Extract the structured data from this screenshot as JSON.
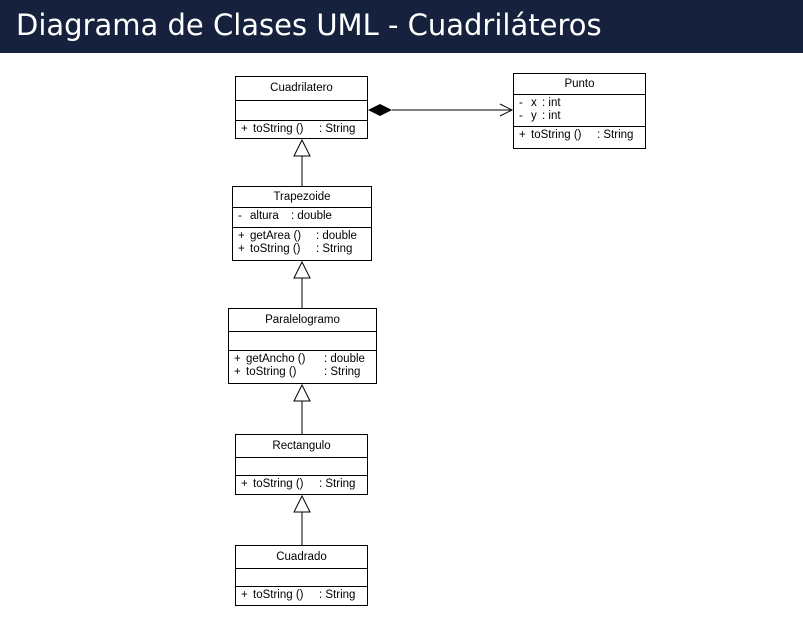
{
  "header": {
    "title": "Diagrama de Clases UML - Cuadriláteros",
    "background": "#16223d"
  },
  "classes": {
    "cuadrilatero": {
      "name": "Cuadrilatero",
      "attributes": [],
      "operations": [
        {
          "vis": "+",
          "name": "toString ()",
          "type": ": String"
        }
      ]
    },
    "punto": {
      "name": "Punto",
      "attributes": [
        {
          "vis": "-",
          "name": "x",
          "type": ": int"
        },
        {
          "vis": "-",
          "name": "y",
          "type": ": int"
        }
      ],
      "operations": [
        {
          "vis": "+",
          "name": "toString ()",
          "type": ": String"
        }
      ]
    },
    "trapezoide": {
      "name": "Trapezoide",
      "attributes": [
        {
          "vis": "-",
          "name": "altura",
          "type": ": double"
        }
      ],
      "operations": [
        {
          "vis": "+",
          "name": "getArea ()",
          "type": ": double"
        },
        {
          "vis": "+",
          "name": "toString ()",
          "type": ": String"
        }
      ]
    },
    "paralelogramo": {
      "name": "Paralelogramo",
      "attributes": [],
      "operations": [
        {
          "vis": "+",
          "name": "getAncho ()",
          "type": ": double"
        },
        {
          "vis": "+",
          "name": "toString ()",
          "type": ": String"
        }
      ]
    },
    "rectangulo": {
      "name": "Rectangulo",
      "attributes": [],
      "operations": [
        {
          "vis": "+",
          "name": "toString ()",
          "type": ": String"
        }
      ]
    },
    "cuadrado": {
      "name": "Cuadrado",
      "attributes": [],
      "operations": [
        {
          "vis": "+",
          "name": "toString ()",
          "type": ": String"
        }
      ]
    }
  },
  "relations": [
    {
      "type": "composition",
      "from": "cuadrilatero",
      "to": "punto"
    },
    {
      "type": "generalization",
      "from": "trapezoide",
      "to": "cuadrilatero"
    },
    {
      "type": "generalization",
      "from": "paralelogramo",
      "to": "trapezoide"
    },
    {
      "type": "generalization",
      "from": "rectangulo",
      "to": "paralelogramo"
    },
    {
      "type": "generalization",
      "from": "cuadrado",
      "to": "rectangulo"
    }
  ]
}
